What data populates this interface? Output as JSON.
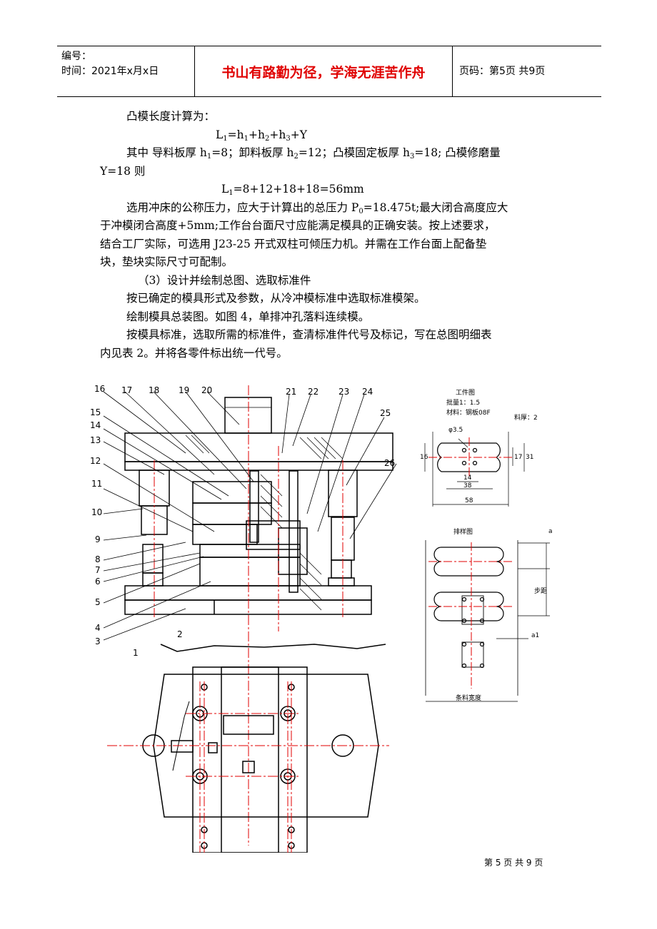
{
  "header": {
    "serial_label": "编号：",
    "date_label": "时间：2021年x月x日",
    "motto": "书山有路勤为径，学海无涯苦作舟",
    "page_info": "页码：第5页  共9页"
  },
  "body": {
    "l1": "凸模长度计算为：",
    "l2_lead": "L",
    "l2_sub": "1",
    "l2_text": "=h",
    "l2_a": "1",
    "l2_b": "+h",
    "l2_c": "2",
    "l2_d": "+h",
    "l2_e": "3",
    "l2_f": "+Y",
    "l3a": "其中   导料板厚 h",
    "l3a_sub": "1",
    "l3b": "=8；卸料板厚 h",
    "l3b_sub": "2",
    "l3c": "=12；凸模固定板厚 h",
    "l3c_sub": "3",
    "l3d": "=18; 凸模修磨量",
    "l4": "Y=18 则",
    "l5a": "L",
    "l5_sub": "1",
    "l5b": "=8+12+18+18=56mm",
    "l6a": "选用冲床的公称压力，应大于计算出的总压力 P",
    "l6_sub": "0",
    "l6b": "=18.475t;最大闭合高度应大",
    "l7": "于冲模闭合高度+5mm;工作台台面尺寸应能满足模具的正确安装。按上述要求，",
    "l8": "结合工厂实际，可选用 J23-25 开式双柱可倾压力机。并需在工作台面上配备垫",
    "l9": "块，垫块实际尺寸可配制。",
    "l10": "（3）设计并绘制总图、选取标准件",
    "l11": "按已确定的模具形式及参数，从冷冲模标准中选取标准模架。",
    "l12": "绘制模具总装图。如图 4，单排冲孔落料连续模。",
    "l13": "按模具标准，选取所需的标准件，查清标准件代号及标记，写在总图明细表",
    "l14": "内见表 2。并将各零件标出统一代号。"
  },
  "drawing": {
    "callouts": [
      "16",
      "17",
      "18",
      "19",
      "20",
      "21",
      "22",
      "23",
      "24",
      "15",
      "14",
      "13",
      "12",
      "11",
      "10",
      "9",
      "8",
      "7",
      "6",
      "5",
      "4",
      "3",
      "25",
      "26",
      "2",
      "1"
    ],
    "part_title": "工件图",
    "part_batch": "批量1：1.5",
    "part_material": "材料：钢板08F",
    "part_thickness": "料厚：2",
    "dim_hole": "φ3.5",
    "dim_16": "16",
    "dim_17": "17",
    "dim_31": "31",
    "dim_14": "14",
    "dim_38": "38",
    "dim_58": "58",
    "layout_title": "排样图",
    "dim_a": "a",
    "dim_step": "步距",
    "dim_a1": "a1",
    "dim_strip": "条料宽度"
  },
  "footer": {
    "text": "第 5 页 共 9 页"
  }
}
